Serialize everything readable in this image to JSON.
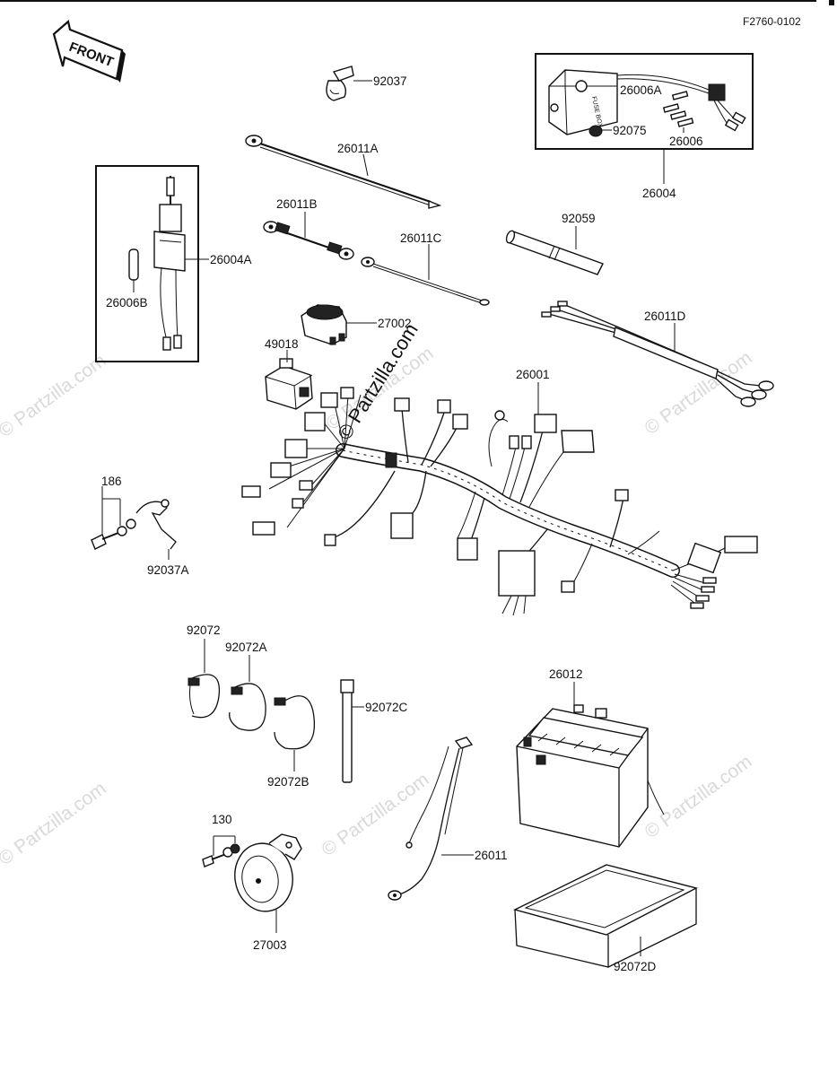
{
  "ref_code": "F2760-0102",
  "front_label": "FRONT",
  "watermark": "© Partzilla.com",
  "fuse_box_text": "FUSE BOX",
  "parts": {
    "p92037": "92037",
    "p26011A": "26011A",
    "p26006A": "26006A",
    "p92075": "92075",
    "p26006": "26006",
    "p26004": "26004",
    "p26011B": "26011B",
    "p26011C": "26011C",
    "p92059": "92059",
    "p26004A": "26004A",
    "p26006B": "26006B",
    "p27002": "27002",
    "p26011D": "26011D",
    "p49018": "49018",
    "p26001": "26001",
    "p186": "186",
    "p92037A": "92037A",
    "p92072": "92072",
    "p92072A": "92072A",
    "p26012": "26012",
    "p92072C": "92072C",
    "p92072B": "92072B",
    "p130": "130",
    "p26011": "26011",
    "p27003": "27003",
    "p92072D": "92072D"
  }
}
